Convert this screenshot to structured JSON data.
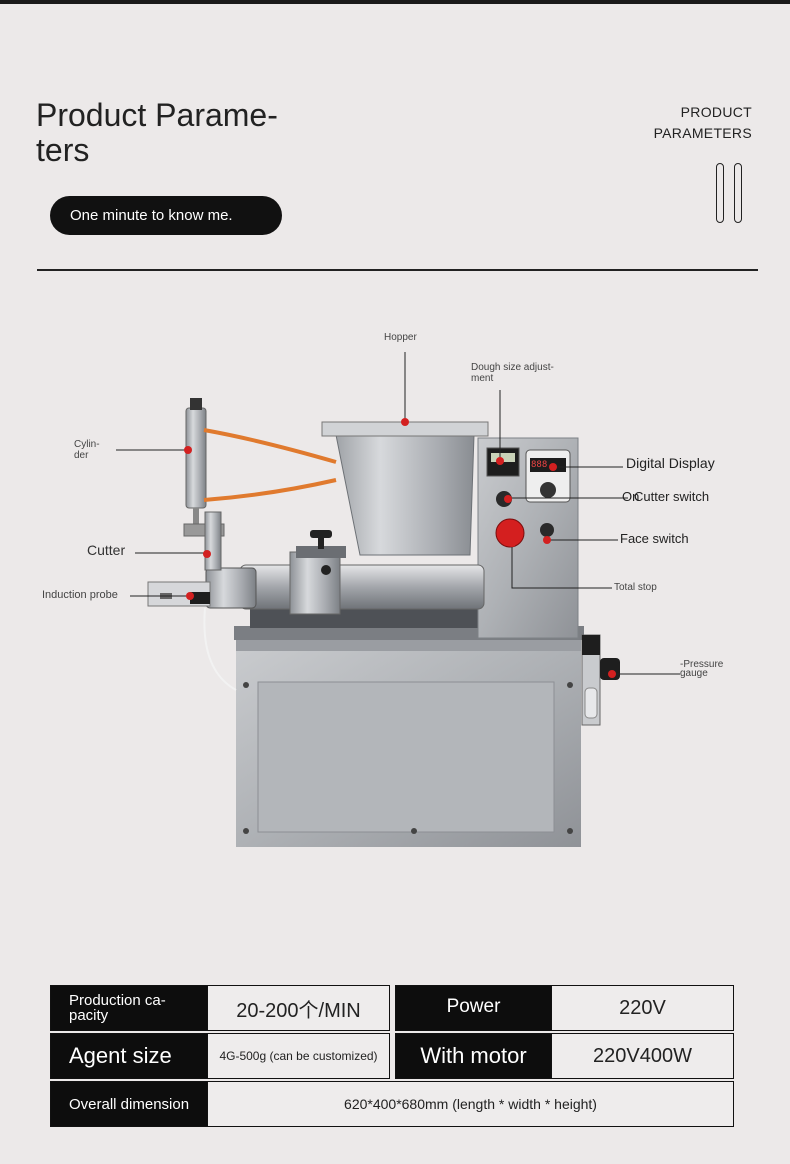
{
  "header": {
    "title": "Product Parame-\nters",
    "tagline": "One minute to know me.",
    "brand_line1": "PRODUCT",
    "brand_line2": "PARAMETERS"
  },
  "machine_labels": {
    "hopper": "Hopper",
    "dough_size": "Dough size adjust-\nment",
    "cylinder": "Cylin-\nder",
    "digital_display": "Digital Display",
    "on": "On",
    "cutter_switch": "Cutter switch",
    "cutter": "Cutter",
    "face_switch": "Face switch",
    "induction_probe": "Induction probe",
    "total_stop": "Total stop",
    "pressure_gauge": "-Pressure\ngauge"
  },
  "display_readout": "888",
  "specs": {
    "production_capacity_label": "Production ca-\npacity",
    "production_capacity_value": "20-200个/MIN",
    "power_label": "Power",
    "power_value": "220V",
    "agent_size_label": "Agent size",
    "agent_size_value": "4G-500g (can be customized)",
    "motor_label": "With motor",
    "motor_value": "220V400W",
    "dimension_label": "Overall dimension",
    "dimension_value": "620*400*680mm (length * width * height)"
  },
  "colors": {
    "marker_red": "#d32020",
    "hose_orange": "#e07a2e",
    "steel": "#b9bcc0"
  }
}
